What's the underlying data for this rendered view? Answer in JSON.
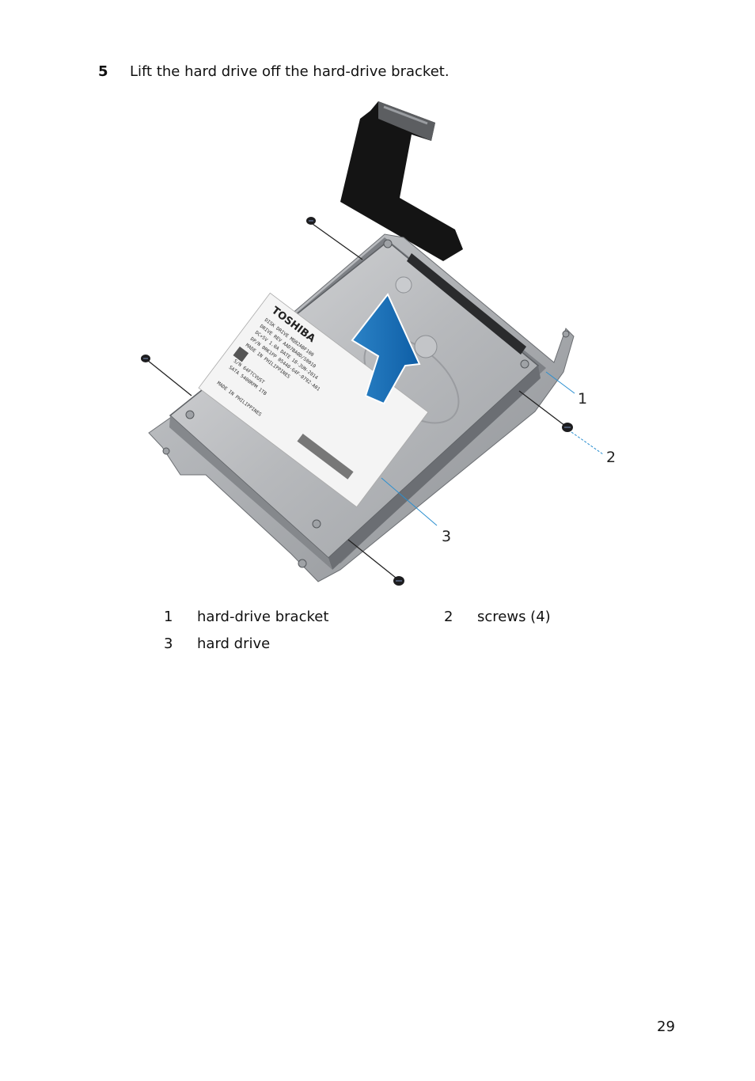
{
  "step": {
    "number": "5",
    "text": "Lift the hard drive off the hard-drive bracket."
  },
  "figure": {
    "callouts": [
      "1",
      "2",
      "3"
    ],
    "label": {
      "brand": "TOSHIBA",
      "lines": [
        "DISK DRIVE  MQ02ABF100",
        "DRIVE REV  AAD7BA0D/S0010",
        "DC+5V 1.0A  DATE 18-JUN-2014",
        "DP/N 0RK1PP  05440-64F-0792-A01",
        "MADE IN PHILIPPINES",
        "S/N 64FTCVUST",
        "SATA  5400RPM  1TB",
        "MADE IN PHILIPPINES"
      ]
    }
  },
  "legend": [
    {
      "num": "1",
      "label": "hard-drive bracket"
    },
    {
      "num": "2",
      "label": "screws (4)"
    },
    {
      "num": "3",
      "label": "hard drive"
    }
  ],
  "page_number": "29"
}
